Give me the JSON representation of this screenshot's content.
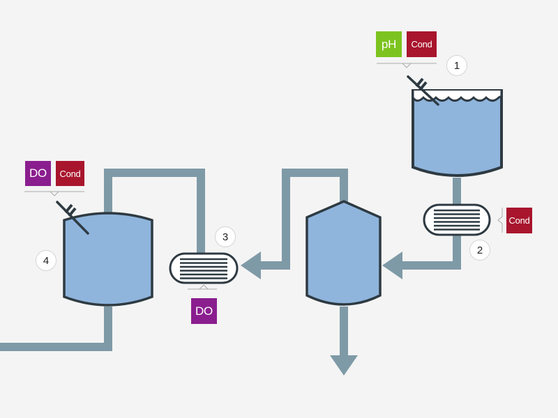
{
  "colors": {
    "background": "#f4f4f4",
    "pipe": "#7f9aa7",
    "vessel_fill": "#8fb5dd",
    "vessel_outline": "#2e3a42",
    "ph": "#7dc31f",
    "cond": "#a8152d",
    "do": "#8a1e8e"
  },
  "steps": {
    "s1": "1",
    "s2": "2",
    "s3": "3",
    "s4": "4"
  },
  "sensors": {
    "tank1_ph": "pH",
    "tank1_cond": "Cond",
    "hx2_cond": "Cond",
    "hx3_do": "DO",
    "tank4_do": "DO",
    "tank4_cond": "Cond"
  },
  "icons": [
    "flow-arrow-icon",
    "sensor-probe-icon",
    "heat-exchanger-icon",
    "vessel-icon"
  ]
}
